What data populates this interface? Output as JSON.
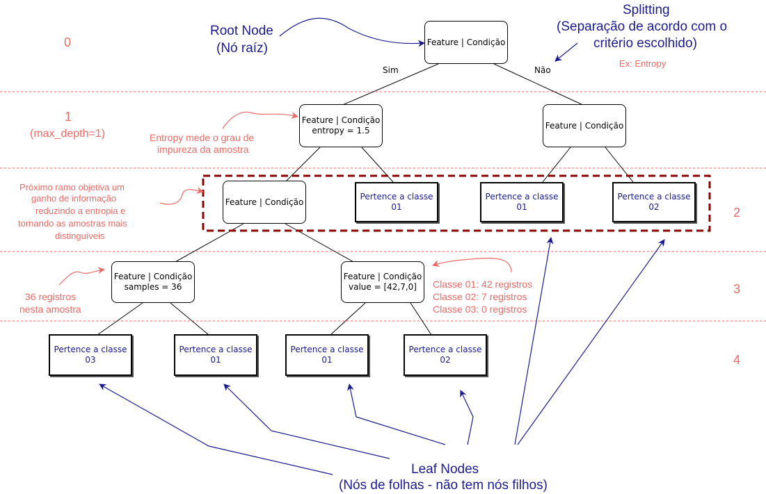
{
  "levels": {
    "l0": "0",
    "l1": "1",
    "l1_sub": "(max_depth=1)",
    "l2": "2",
    "l3": "3",
    "l4": "4"
  },
  "labels": {
    "root_title": "Root Node",
    "root_sub": "(Nó raíz)",
    "splitting_title": "Splitting",
    "splitting_line1": "(Separação de acordo com o",
    "splitting_line2": "critério escolhido)",
    "splitting_example": "Ex: Entropy",
    "edge_yes": "Sim",
    "edge_no": "Não",
    "leaf_title": "Leaf Nodes",
    "leaf_sub": "(Nós de folhas - não tem nós filhos)"
  },
  "notes": {
    "entropy_line1": "Entropy mede o grau de",
    "entropy_line2": "impureza da amostra",
    "next_line1": "Próximo ramo objetiva um",
    "next_line2": "ganho de informação",
    "next_line3": "reduzindo a entropia e",
    "next_line4": "tornando as amostras mais",
    "next_line5": "distinguíveis",
    "samples_line1": "36 registros",
    "samples_line2": "nesta amostra",
    "class_line1": "Classe 01: 42 registros",
    "class_line2": "Classe 02: 7 registros",
    "class_line3": "Classe 03: 0 registros"
  },
  "nodes": {
    "root": "Feature | Condição",
    "l1_left": "Feature | Condição\nentropy = 1.5",
    "l1_right": "Feature | Condição",
    "l2_decision": "Feature | Condição",
    "l3_left": "Feature | Condição\nsamples = 36",
    "l3_right": "Feature | Condição\nvalue = [42,7,0]"
  },
  "leaves": {
    "l2_a": "Pertence a classe\n01",
    "l2_b": "Pertence a classe\n01",
    "l2_c": "Pertence a classe\n02",
    "l4_a": "Pertence a classe\n03",
    "l4_b": "Pertence a classe\n01",
    "l4_c": "Pertence a classe\n01",
    "l4_d": "Pertence a classe\n02"
  },
  "colors": {
    "annotation": "#ea6b66",
    "blue": "#1a1a8c",
    "dashed_box": "#8b0000"
  }
}
